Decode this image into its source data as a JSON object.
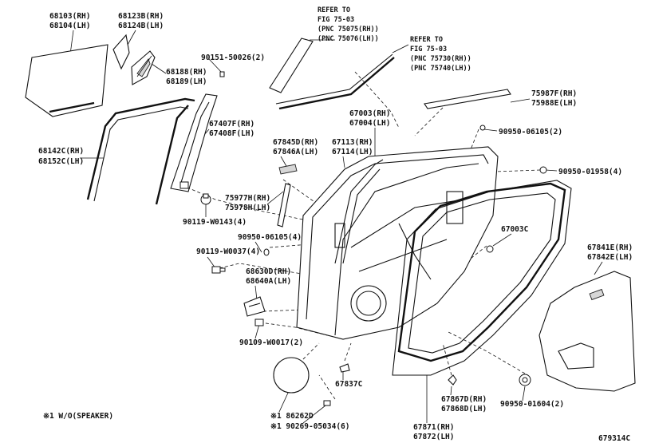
{
  "diagram_code": "679314C",
  "footnote": "※1 W/O(SPEAKER)",
  "refer_1": {
    "line1": "REFER TO",
    "line2": "FIG 75-03",
    "line3": "(PNC 75075(RH))",
    "line4": "(PNC 75076(LH))"
  },
  "refer_2": {
    "line1": "REFER TO",
    "line2": "FIG 75-03",
    "line3": "(PNC 75730(RH))",
    "line4": "(PNC 75740(LH))"
  },
  "labels": {
    "p68103": "68103(RH)",
    "p68104": "68104(LH)",
    "p68123B": "68123B(RH)",
    "p68124B": "68124B(LH)",
    "p68188": "68188(RH)",
    "p68189": "68189(LH)",
    "p90151": "90151-50026(2)",
    "p68142C": "68142C(RH)",
    "p68152C": "68152C(LH)",
    "p67407F": "67407F(RH)",
    "p67408F": "67408F(LH)",
    "p90119_143": "90119-W0143(4)",
    "p67003": "67003(RH)",
    "p67004": "67004(LH)",
    "p67845D": "67845D(RH)",
    "p67846A": "67846A(LH)",
    "p67113": "67113(RH)",
    "p67114": "67114(LH)",
    "p75987F": "75987F(RH)",
    "p75988E": "75988E(LH)",
    "p90950_105a": "90950-06105(2)",
    "p90950_958": "90950-01958(4)",
    "p75977H": "75977H(RH)",
    "p75978H": "75978H(LH)",
    "p90950_105b": "90950-06105(4)",
    "p67003C": "67003C",
    "p90119_037": "90119-W0037(4)",
    "p68630D": "68630D(RH)",
    "p68640A": "68640A(LH)",
    "p67841E": "67841E(RH)",
    "p67842E": "67842E(LH)",
    "p90109": "90109-W0017(2)",
    "p67837C": "67837C",
    "p67867D": "67867D(RH)",
    "p67868D": "67868D(LH)",
    "p86262D": "※1 86262D",
    "p90269": "※1 90269-05034(6)",
    "p90950_604": "90950-01604(2)",
    "p67871": "67871(RH)",
    "p67872": "67872(LH)"
  }
}
